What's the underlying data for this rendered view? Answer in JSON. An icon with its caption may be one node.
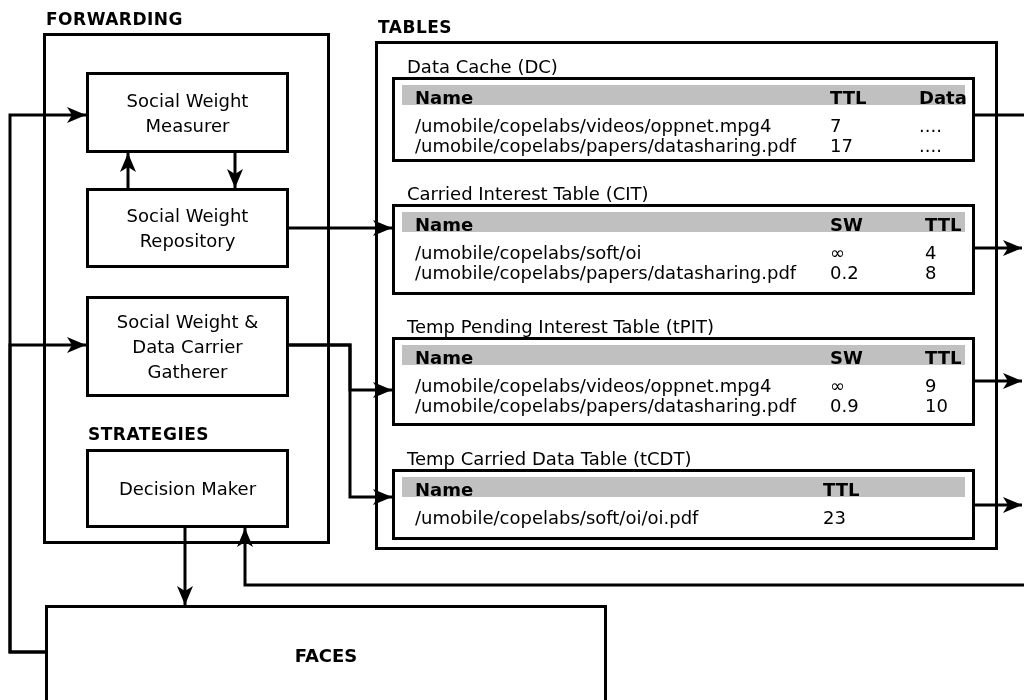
{
  "diagram": {
    "nodes": [
      {
        "text": [
          "FORWARDING"
        ]
      },
      {
        "text": [
          "Social Weight Measurer"
        ],
        "in": 0
      },
      {
        "text": [
          "Social Weight Repository"
        ],
        "in": 0
      },
      {
        "text": [
          "Social Weight & Data Carrier Gatherer"
        ],
        "in": 0
      },
      {
        "text": [
          "Decision Maker"
        ],
        "in": 0
      },
      {
        "text": [
          "TABLES"
        ]
      },
      {
        "text": [
          "Data Cache (DC)",
          "Name",
          "TTL",
          "Data",
          "/umobile/copelabs/videos/oppnet.mpg4",
          "7",
          "....",
          "/umobile/copelabs/papers/datasharing.pdf",
          "17",
          "...."
        ],
        "in": 5
      },
      {
        "text": [
          "Carried Interest Table (CIT)",
          "Name",
          "SW",
          "TTL",
          "/umobile/copelabs/soft/oi",
          "∞",
          "4",
          "/umobile/copelabs/papers/datasharing.pdf",
          "0.2",
          "8"
        ],
        "in": 5
      },
      {
        "text": [
          "Temp Pending Interest Table (tPIT)",
          "Name",
          "SW",
          "TTL",
          "/umobile/copelabs/videos/oppnet.mpg4",
          "∞",
          "9",
          "/umobile/copelabs/papers/datasharing.pdf",
          "0.9",
          "10"
        ],
        "in": 5
      },
      {
        "text": [
          "Temp Carried Data Table (tCDT)",
          "Name",
          "TTL",
          "/umobile/copelabs/soft/oi/oi.pdf",
          "23"
        ],
        "in": 5
      },
      {
        "text": [
          "FACES"
        ]
      }
    ],
    "edges": [
      {
        "from": 10,
        "to": 1,
        "arrow": "to"
      },
      {
        "from": 10,
        "to": 3,
        "arrow": "to"
      },
      {
        "from": 1,
        "to": 2,
        "arrow": "to"
      },
      {
        "from": 2,
        "to": 1,
        "arrow": "to"
      },
      {
        "from": 2,
        "to": 7,
        "arrow": "to"
      },
      {
        "from": 3,
        "to": 8,
        "arrow": "to"
      },
      {
        "from": 3,
        "to": 9,
        "arrow": "to"
      },
      {
        "from": 4,
        "to": 10,
        "arrow": "to"
      },
      {
        "from": 6,
        "to": null,
        "arrow": "none"
      },
      {
        "from": 7,
        "to": null,
        "arrow": "to"
      },
      {
        "from": 8,
        "to": null,
        "arrow": "to"
      },
      {
        "from": 9,
        "to": null,
        "arrow": "to"
      },
      {
        "from": null,
        "to": 4,
        "arrow": "to"
      }
    ],
    "labels": [
      "STRATEGIES"
    ]
  }
}
